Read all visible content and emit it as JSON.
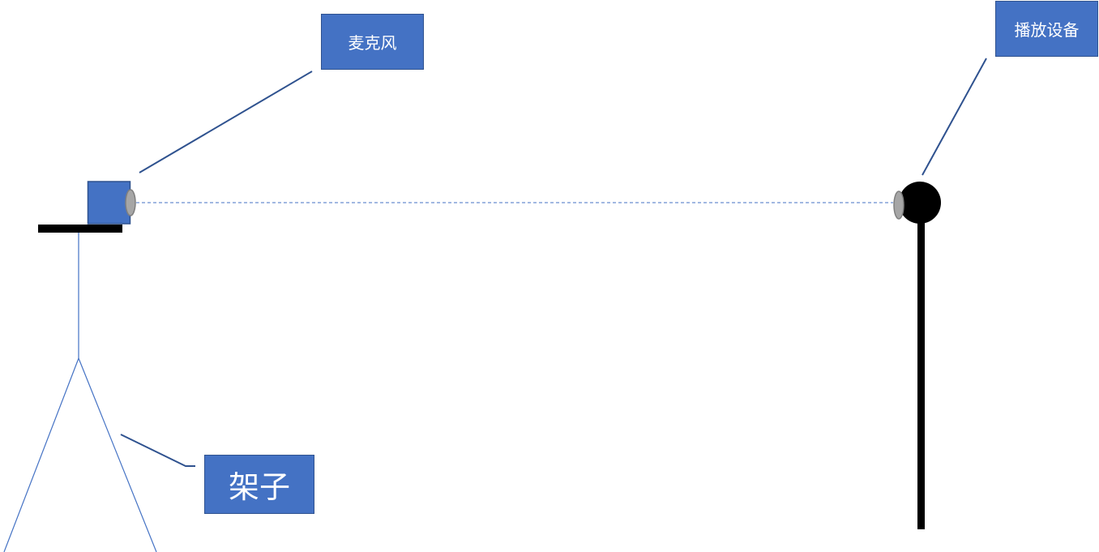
{
  "labels": {
    "microphone": "麦克风",
    "playback_device": "播放设备",
    "stand": "架子"
  },
  "colors": {
    "box_fill": "#4472c4",
    "box_border": "#2f528f",
    "leader_line": "#2f528f",
    "dashed_line": "#4472c4",
    "lens": "#a6a6a6",
    "speaker": "#000000",
    "text": "#ffffff"
  }
}
